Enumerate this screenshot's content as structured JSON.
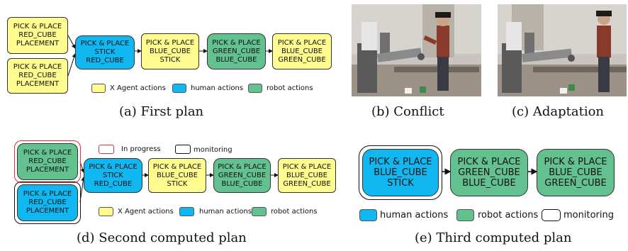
{
  "panel_a": {
    "caption": "(a) First plan",
    "nodes": {
      "n1": "PICK & PLACE\nRED_CUBE\nPLACEMENT",
      "n2": "PICK & PLACE\nRED_CUBE\nPLACEMENT",
      "n3": "PICK & PLACE\nSTICK\nRED_CUBE",
      "n4": "PICK & PLACE\nBLUE_CUBE\nSTICK",
      "n5": "PICK & PLACE\nGREEN_CUBE\nBLUE_CUBE",
      "n6": "PICK & PLACE\nBLUE_CUBE\nGREEN_CUBE"
    },
    "legend": {
      "x_agent": "X Agent actions",
      "human": "human actions",
      "robot": "robot actions"
    }
  },
  "panel_b": {
    "caption": "(b) Conflict"
  },
  "panel_c": {
    "caption": "(c) Adaptation"
  },
  "panel_d": {
    "caption": "(d) Second computed plan",
    "nodes": {
      "n1": "PICK & PLACE\nRED_CUBE\nPLACEMENT",
      "n2": "PICK & PLACE\nRED_CUBE\nPLACEMENT",
      "n3": "PICK & PLACE\nSTICK\nRED_CUBE",
      "n4": "PICK & PLACE\nBLUE_CUBE\nSTICK",
      "n5": "PICK & PLACE\nGREEN_CUBE\nBLUE_CUBE",
      "n6": "PICK & PLACE\nBLUE_CUBE\nGREEN_CUBE"
    },
    "legend": {
      "in_progress": "In progress",
      "monitoring": "monitoring",
      "x_agent": "X Agent actions",
      "human": "human actions",
      "robot": "robot actions"
    }
  },
  "panel_e": {
    "caption": "(e) Third computed plan",
    "nodes": {
      "n1": "PICK & PLACE\nBLUE_CUBE\nSTICK",
      "n2": "PICK & PLACE\nGREEN_CUBE\nBLUE_CUBE",
      "n3": "PICK & PLACE\nBLUE_CUBE\nGREEN_CUBE"
    },
    "legend": {
      "human": "human actions",
      "robot": "robot actions",
      "monitoring": "monitoring"
    }
  },
  "colors": {
    "x_agent": "#fffb8f",
    "human": "#10b7f0",
    "robot": "#63c08f",
    "in_progress": "#e03030",
    "monitoring": "#111111"
  }
}
